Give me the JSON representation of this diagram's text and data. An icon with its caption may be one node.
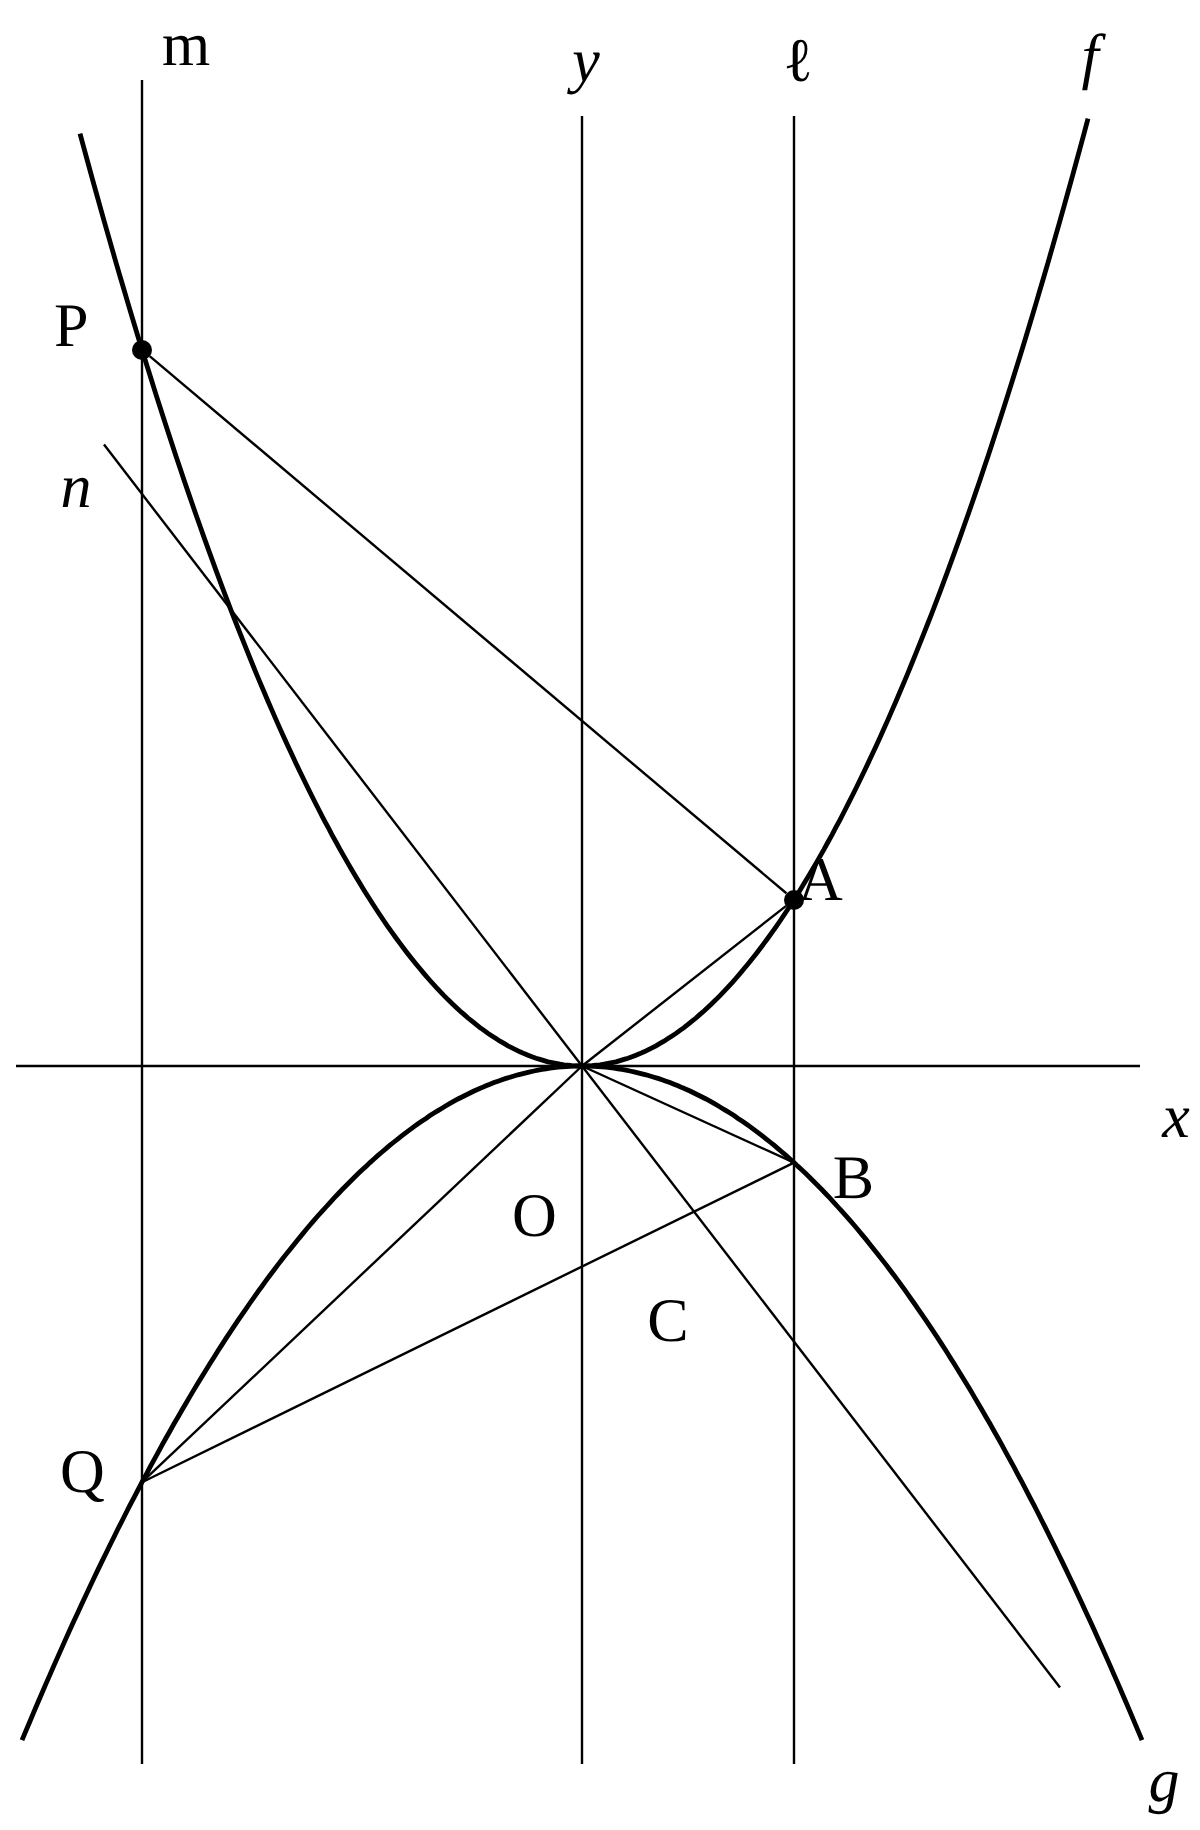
{
  "diagram": {
    "nodes": [
      {
        "text": [],
        "shape": "circle",
        "beside": [
          "P"
        ]
      },
      {
        "text": [],
        "shape": "circle",
        "beside": [
          "A"
        ]
      },
      {
        "text": [],
        "shape": "point",
        "beside": [
          "O"
        ]
      },
      {
        "text": [],
        "shape": "point",
        "beside": [
          "B"
        ]
      },
      {
        "text": [],
        "shape": "point",
        "beside": [
          "Q"
        ]
      }
    ],
    "edges": [
      {
        "from": 0,
        "to": 1,
        "arrow": "none"
      },
      {
        "from": 1,
        "to": 2,
        "arrow": "none"
      },
      {
        "from": 2,
        "to": 3,
        "arrow": "none"
      },
      {
        "from": 3,
        "to": 4,
        "arrow": "none"
      },
      {
        "from": 4,
        "to": 2,
        "arrow": "none"
      }
    ],
    "labels": [
      "m",
      "y",
      "ℓ",
      "f",
      "n",
      "x",
      "C",
      "g"
    ]
  }
}
